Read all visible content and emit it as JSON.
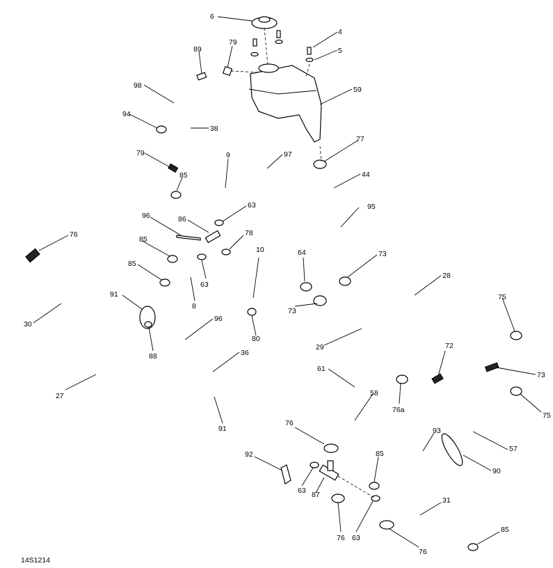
{
  "diagram_code": "14S1214",
  "callouts": [
    {
      "id": "c6",
      "text": "6"
    },
    {
      "id": "c4",
      "text": "4"
    },
    {
      "id": "c5",
      "text": "5"
    },
    {
      "id": "c79a",
      "text": "79"
    },
    {
      "id": "c89",
      "text": "89"
    },
    {
      "id": "c98",
      "text": "98"
    },
    {
      "id": "c59",
      "text": "59"
    },
    {
      "id": "c94",
      "text": "94"
    },
    {
      "id": "c38",
      "text": "38"
    },
    {
      "id": "c77",
      "text": "77"
    },
    {
      "id": "c79b",
      "text": "79"
    },
    {
      "id": "c97",
      "text": "97"
    },
    {
      "id": "c9",
      "text": "9"
    },
    {
      "id": "c44",
      "text": "44"
    },
    {
      "id": "c85a",
      "text": "85"
    },
    {
      "id": "c95",
      "text": "95"
    },
    {
      "id": "c63a",
      "text": "63"
    },
    {
      "id": "c96a",
      "text": "96"
    },
    {
      "id": "c86",
      "text": "86"
    },
    {
      "id": "c76a",
      "text": "76"
    },
    {
      "id": "c78",
      "text": "78"
    },
    {
      "id": "c85b",
      "text": "85"
    },
    {
      "id": "c10",
      "text": "10"
    },
    {
      "id": "c64",
      "text": "64"
    },
    {
      "id": "c73a",
      "text": "73"
    },
    {
      "id": "c85c",
      "text": "85"
    },
    {
      "id": "c63b",
      "text": "63"
    },
    {
      "id": "c28",
      "text": "28"
    },
    {
      "id": "c91a",
      "text": "91"
    },
    {
      "id": "c8",
      "text": "8"
    },
    {
      "id": "c75a",
      "text": "75"
    },
    {
      "id": "c73b",
      "text": "73"
    },
    {
      "id": "c30",
      "text": "30"
    },
    {
      "id": "c96b",
      "text": "96"
    },
    {
      "id": "c80",
      "text": "80"
    },
    {
      "id": "c29",
      "text": "29"
    },
    {
      "id": "c88",
      "text": "88"
    },
    {
      "id": "c72",
      "text": "72"
    },
    {
      "id": "c36",
      "text": "36"
    },
    {
      "id": "c73c",
      "text": "73"
    },
    {
      "id": "c61",
      "text": "61"
    },
    {
      "id": "c27",
      "text": "27"
    },
    {
      "id": "c58",
      "text": "58"
    },
    {
      "id": "c76b",
      "text": "76a"
    },
    {
      "id": "c75b",
      "text": "75"
    },
    {
      "id": "c91b",
      "text": "91"
    },
    {
      "id": "c76c",
      "text": "76"
    },
    {
      "id": "c93",
      "text": "93"
    },
    {
      "id": "c57",
      "text": "57"
    },
    {
      "id": "c92",
      "text": "92"
    },
    {
      "id": "c90",
      "text": "90"
    },
    {
      "id": "c85d",
      "text": "85"
    },
    {
      "id": "c63c",
      "text": "63"
    },
    {
      "id": "c87",
      "text": "87"
    },
    {
      "id": "c31",
      "text": "31"
    },
    {
      "id": "c76d",
      "text": "76"
    },
    {
      "id": "c63d",
      "text": "63"
    },
    {
      "id": "c85e",
      "text": "85"
    },
    {
      "id": "c76e",
      "text": "76"
    }
  ]
}
